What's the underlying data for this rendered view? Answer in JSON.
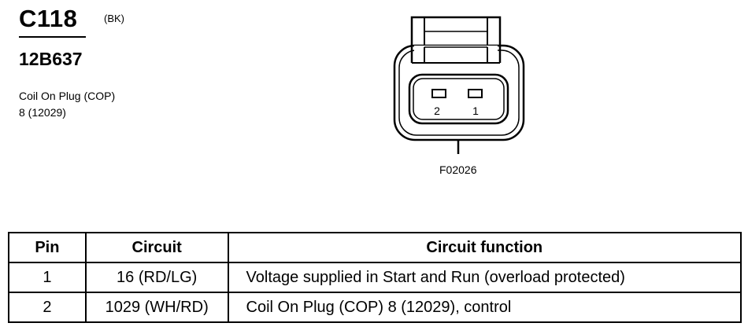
{
  "connector": {
    "id": "C118",
    "color_code": "(BK)",
    "part_number": "12B637",
    "description_line1": "Coil On Plug (COP)",
    "description_line2": "8 (12029)"
  },
  "diagram": {
    "pin_labels": [
      "2",
      "1"
    ],
    "figure_id": "F02026"
  },
  "table": {
    "headers": [
      "Pin",
      "Circuit",
      "Circuit function"
    ],
    "rows": [
      {
        "pin": "1",
        "circuit": "16 (RD/LG)",
        "function": "Voltage supplied in Start and Run (overload protected)"
      },
      {
        "pin": "2",
        "circuit": "1029 (WH/RD)",
        "function": "Coil On Plug (COP) 8 (12029), control"
      }
    ]
  }
}
